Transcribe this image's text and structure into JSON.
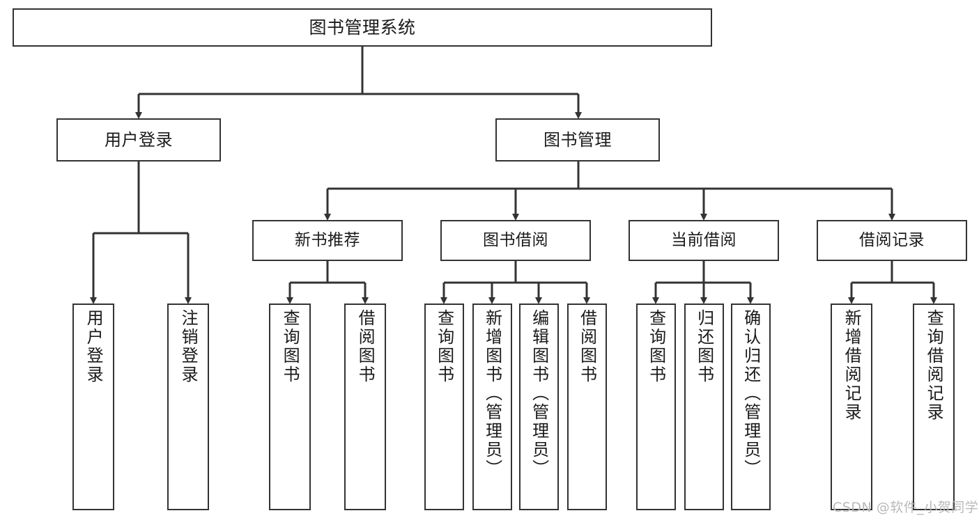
{
  "diagram": {
    "title": "图书管理系统",
    "root": {
      "label": "图书管理系统"
    },
    "level2": [
      {
        "label": "用户登录"
      },
      {
        "label": "图书管理"
      }
    ],
    "level3": [
      {
        "label": "新书推荐"
      },
      {
        "label": "图书借阅"
      },
      {
        "label": "当前借阅"
      },
      {
        "label": "借阅记录"
      }
    ],
    "leaves": [
      {
        "label": "用户登录"
      },
      {
        "label": "注销登录"
      },
      {
        "label": "查询图书"
      },
      {
        "label": "借阅图书"
      },
      {
        "label": "查询图书"
      },
      {
        "label": "新增图书（管理员）"
      },
      {
        "label": "编辑图书（管理员）"
      },
      {
        "label": "借阅图书"
      },
      {
        "label": "查询图书"
      },
      {
        "label": "归还图书"
      },
      {
        "label": "确认归还（管理员）"
      },
      {
        "label": "新增借阅记录"
      },
      {
        "label": "查询借阅记录"
      }
    ]
  },
  "watermark": {
    "text": "CSDN @软件_小贺同学"
  },
  "colors": {
    "stroke": "#333333",
    "background": "#ffffff",
    "text": "#1a1a1a",
    "watermark": "#b9b9b9"
  }
}
